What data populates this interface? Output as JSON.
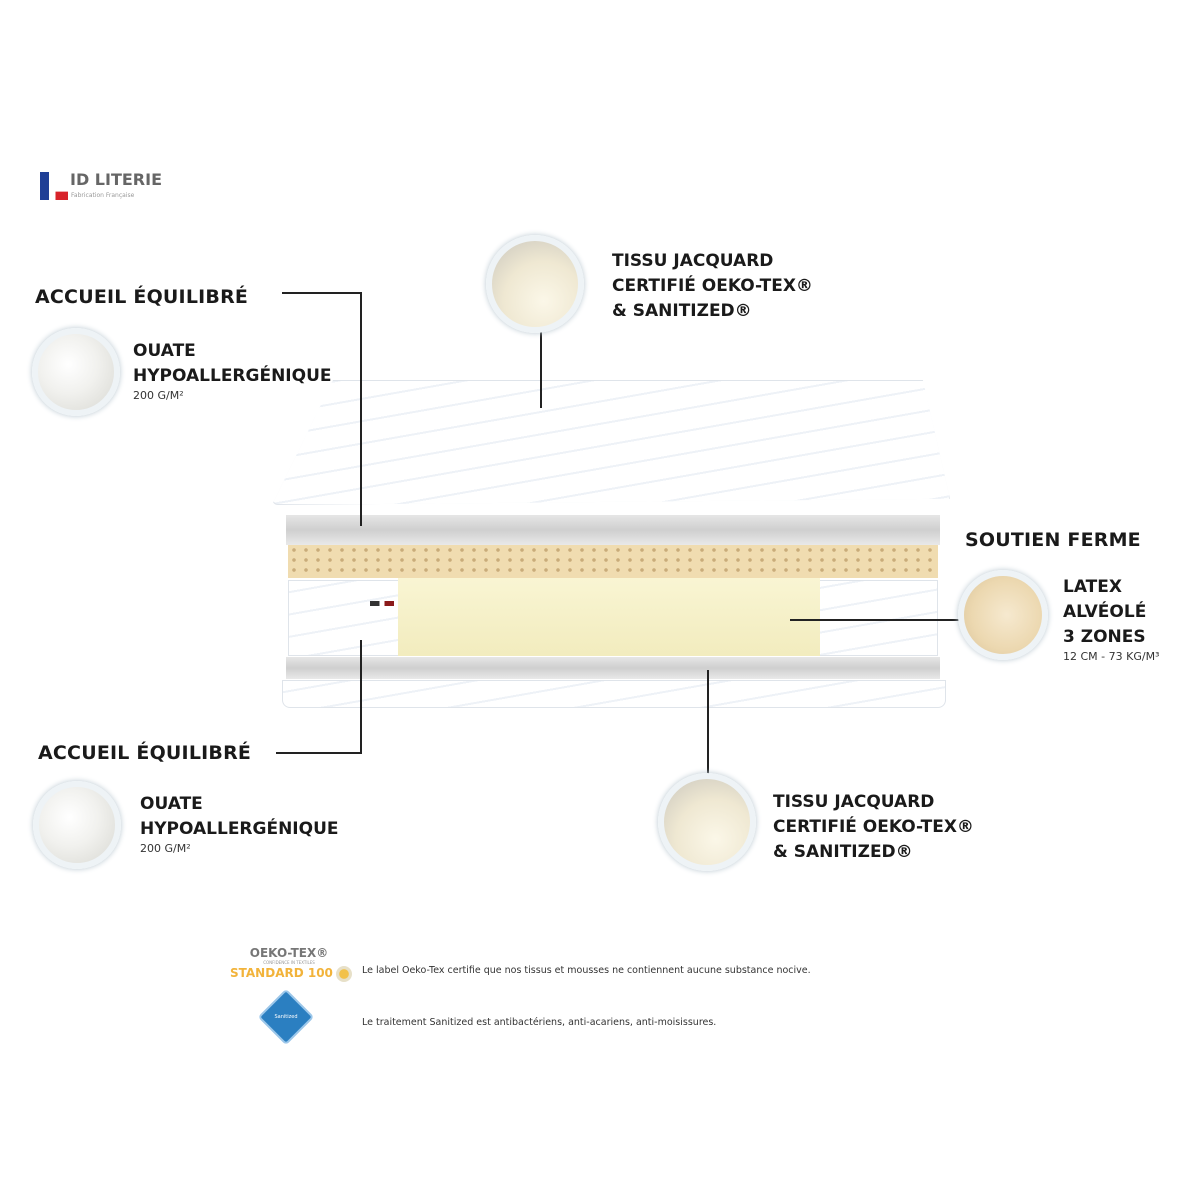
{
  "brand": {
    "name": "ID LITERIE",
    "tagline": "Fabrication Française",
    "flag_colors": [
      "#1f3f96",
      "#ffffff",
      "#d8232a"
    ]
  },
  "callouts": {
    "top_fabric": {
      "lines": [
        "TISSU JACQUARD",
        "CERTIFIÉ OEKO-TEX®",
        "& SANITIZED®"
      ],
      "icon": "fabric-swatch"
    },
    "top_comfort": {
      "heading": "ACCUEIL ÉQUILIBRÉ",
      "lines": [
        "OUATE",
        "HYPOALLERGÉNIQUE"
      ],
      "spec": "200 G/M²",
      "icon": "cotton-wadding"
    },
    "core": {
      "heading": "SOUTIEN FERME",
      "lines": [
        "LATEX",
        "ALVÉOLÉ",
        "3 ZONES"
      ],
      "spec": "12 CM - 73 KG/M³",
      "icon": "latex-roll"
    },
    "bottom_comfort": {
      "heading": "ACCUEIL ÉQUILIBRÉ",
      "lines": [
        "OUATE",
        "HYPOALLERGÉNIQUE"
      ],
      "spec": "200 G/M²",
      "icon": "cotton-wadding"
    },
    "bottom_fabric": {
      "lines": [
        "TISSU JACQUARD",
        "CERTIFIÉ OEKO-TEX®",
        "& SANITIZED®"
      ],
      "icon": "fabric-swatch"
    }
  },
  "labels": {
    "oekotex": {
      "logo_top": "OEKO-TEX®",
      "logo_mid": "CONFIDENCE IN TEXTILES",
      "logo_bottom": "STANDARD 100",
      "text": "Le label Oeko-Tex certifie que nos tissus et mousses ne contiennent aucune substance nocive."
    },
    "sanitized": {
      "logo": "Sanitized",
      "text": "Le traitement Sanitized est antibactériens, anti-acariens, anti-moisissures."
    }
  },
  "colors": {
    "latex": "#f0dcb0",
    "core": "#f6f1c8",
    "sanitized": "#2b7fc1",
    "oeko": "#f2b33a"
  }
}
